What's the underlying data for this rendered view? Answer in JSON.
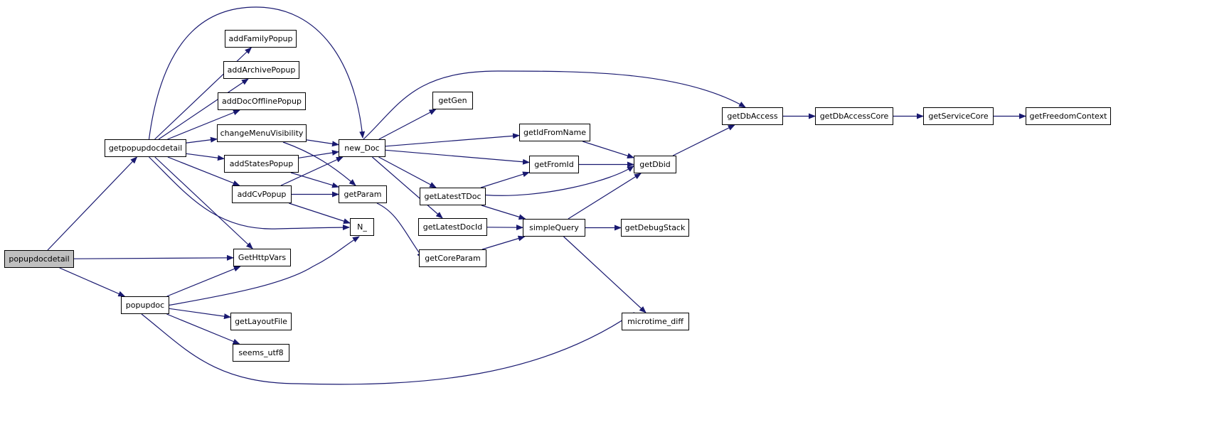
{
  "graph": {
    "colors": {
      "edge": "#191970",
      "node_border": "#000000",
      "node_fill": "#ffffff",
      "root_fill": "#bfbfbf"
    },
    "nodes": {
      "popupdocdetail": "popupdocdetail",
      "getpopupdocdetail": "getpopupdocdetail",
      "addFamilyPopup": "addFamilyPopup",
      "addArchivePopup": "addArchivePopup",
      "addDocOfflinePopup": "addDocOfflinePopup",
      "changeMenuVisibility": "changeMenuVisibility",
      "addStatesPopup": "addStatesPopup",
      "addCvPopup": "addCvPopup",
      "GetHttpVars": "GetHttpVars",
      "popupdoc": "popupdoc",
      "getLayoutFile": "getLayoutFile",
      "seems_utf8": "seems_utf8",
      "new_Doc": "new_Doc",
      "getParam": "getParam",
      "N_": "N_",
      "getGen": "getGen",
      "getIdFromName": "getIdFromName",
      "getFromId": "getFromId",
      "getLatestTDoc": "getLatestTDoc",
      "getLatestDocId": "getLatestDocId",
      "getCoreParam": "getCoreParam",
      "simpleQuery": "simpleQuery",
      "getDbid": "getDbid",
      "getDebugStack": "getDebugStack",
      "microtime_diff": "microtime_diff",
      "getDbAccess": "getDbAccess",
      "getDbAccessCore": "getDbAccessCore",
      "getServiceCore": "getServiceCore",
      "getFreedomContext": "getFreedomContext"
    },
    "edges": [
      [
        "popupdocdetail",
        "getpopupdocdetail"
      ],
      [
        "popupdocdetail",
        "GetHttpVars"
      ],
      [
        "popupdocdetail",
        "popupdoc"
      ],
      [
        "getpopupdocdetail",
        "addFamilyPopup"
      ],
      [
        "getpopupdocdetail",
        "addArchivePopup"
      ],
      [
        "getpopupdocdetail",
        "addDocOfflinePopup"
      ],
      [
        "getpopupdocdetail",
        "changeMenuVisibility"
      ],
      [
        "getpopupdocdetail",
        "addStatesPopup"
      ],
      [
        "getpopupdocdetail",
        "addCvPopup"
      ],
      [
        "getpopupdocdetail",
        "GetHttpVars"
      ],
      [
        "getpopupdocdetail",
        "new_Doc"
      ],
      [
        "getpopupdocdetail",
        "N_"
      ],
      [
        "changeMenuVisibility",
        "new_Doc"
      ],
      [
        "changeMenuVisibility",
        "getParam"
      ],
      [
        "addStatesPopup",
        "new_Doc"
      ],
      [
        "addStatesPopup",
        "getParam"
      ],
      [
        "addCvPopup",
        "new_Doc"
      ],
      [
        "addCvPopup",
        "getParam"
      ],
      [
        "addCvPopup",
        "N_"
      ],
      [
        "popupdoc",
        "GetHttpVars"
      ],
      [
        "popupdoc",
        "N_"
      ],
      [
        "popupdoc",
        "getLayoutFile"
      ],
      [
        "popupdoc",
        "seems_utf8"
      ],
      [
        "popupdoc",
        "microtime_diff"
      ],
      [
        "new_Doc",
        "getDbAccess"
      ],
      [
        "new_Doc",
        "getGen"
      ],
      [
        "new_Doc",
        "getIdFromName"
      ],
      [
        "new_Doc",
        "getFromId"
      ],
      [
        "new_Doc",
        "getLatestTDoc"
      ],
      [
        "new_Doc",
        "getLatestDocId"
      ],
      [
        "getParam",
        "getCoreParam"
      ],
      [
        "getIdFromName",
        "getDbid"
      ],
      [
        "getFromId",
        "getDbid"
      ],
      [
        "getLatestTDoc",
        "getFromId"
      ],
      [
        "getLatestTDoc",
        "getDbid"
      ],
      [
        "getLatestTDoc",
        "simpleQuery"
      ],
      [
        "getLatestDocId",
        "simpleQuery"
      ],
      [
        "getCoreParam",
        "simpleQuery"
      ],
      [
        "simpleQuery",
        "getDbid"
      ],
      [
        "simpleQuery",
        "getDebugStack"
      ],
      [
        "simpleQuery",
        "microtime_diff"
      ],
      [
        "getDbid",
        "getDbAccess"
      ],
      [
        "getDbAccess",
        "getDbAccessCore"
      ],
      [
        "getDbAccessCore",
        "getServiceCore"
      ],
      [
        "getServiceCore",
        "getFreedomContext"
      ]
    ]
  }
}
